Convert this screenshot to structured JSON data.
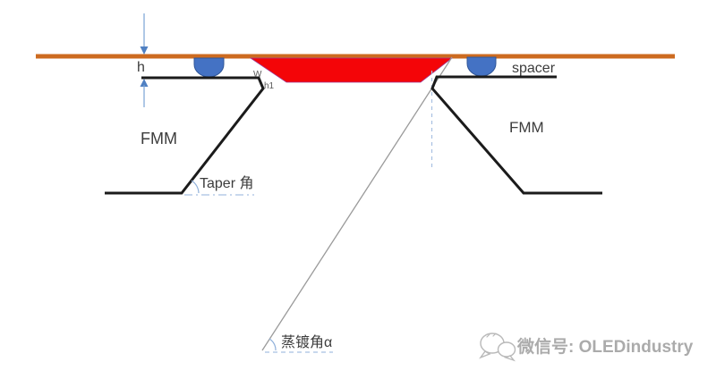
{
  "diagram": {
    "title_implied": "FMM cross-section evaporation diagram",
    "labels": {
      "gap_height": "h",
      "opening_width": "W",
      "ledge_height": "h1",
      "mask_left": "FMM",
      "mask_right": "FMM",
      "taper_angle": "Taper 角",
      "spacer": "spacer",
      "evaporation_angle": "蒸镀角α"
    },
    "colors": {
      "substrate_orange": "#cd6b20",
      "deposit_red": "#f40508",
      "deposit_outline": "#a23a8e",
      "spacer_blue": "#4472c4",
      "spacer_border": "#2f5597",
      "mask_black": "#1b1b1b",
      "dimension_blue": "#7aa3d4",
      "guide_blue": "#a8c0e2",
      "evaporation_gray": "#9a9a9a",
      "label_dark": "#3c3c3c",
      "watermark_gray": "#ababab"
    }
  },
  "watermark": {
    "icon": "wechat-icon",
    "text": "微信号: OLEDindustry"
  }
}
